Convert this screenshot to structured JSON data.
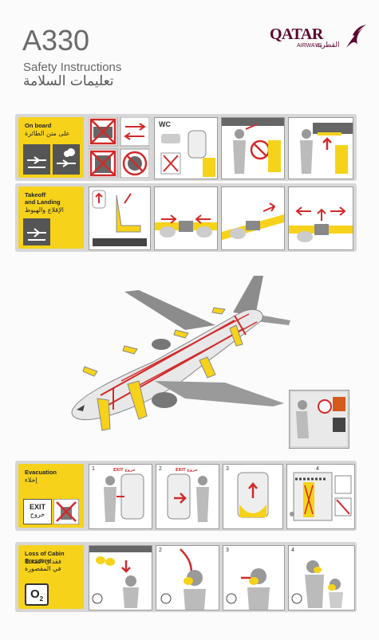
{
  "header": {
    "title": "A330",
    "subtitle": "Safety Instructions",
    "subtitle_ar": "تعليمات السلامة"
  },
  "logo": {
    "name": "QATAR",
    "sub": "AIRWAYS",
    "name_ar": "القطرية"
  },
  "sections": {
    "on_board": {
      "title": "On board",
      "title_ar": "على متن الطائرة"
    },
    "takeoff": {
      "title": "Takeoff\nand Landing",
      "title_ar": "الإقلاع والهبوط"
    },
    "evacuation": {
      "title": "Evacuation",
      "title_ar": "إخلاء",
      "exit_label": "EXIT",
      "exit_label_ar": "خروج",
      "step1": "1",
      "step2": "2",
      "step3": "3",
      "step4": "4",
      "door_sign1": "EXIT خروج",
      "door_sign2": "EXIT خروج"
    },
    "pressure": {
      "title": "Loss of Cabin Pressure",
      "title_ar": "فقدان الضغط\nفي المقصورة",
      "o2": "O",
      "o2_sub": "2",
      "step2": "2",
      "step3": "3",
      "step4": "4"
    },
    "wc": "WC"
  },
  "colors": {
    "accent_yellow": "#f6d21a",
    "brand_maroon": "#5c0630",
    "prohibit_red": "#d12a2a",
    "panel_grey": "#d7d7d7"
  }
}
